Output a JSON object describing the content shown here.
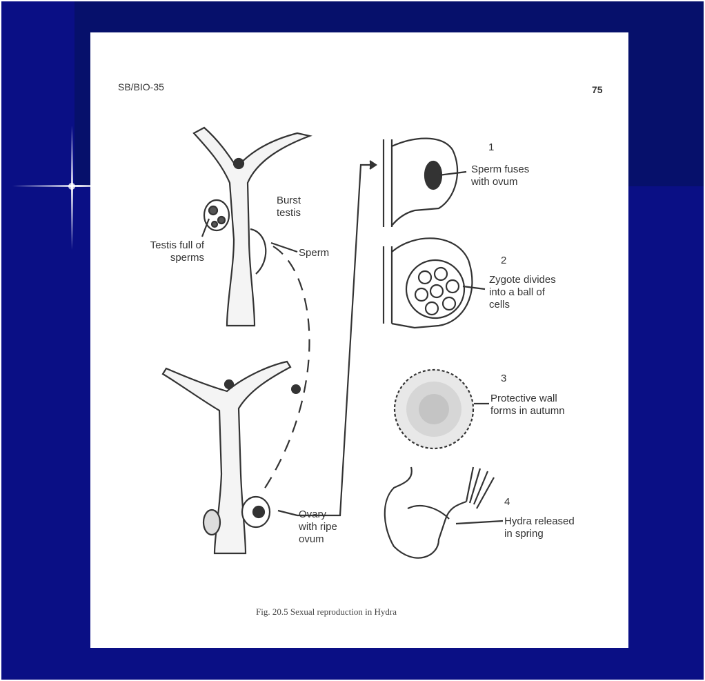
{
  "page": {
    "header_left": "SB/BIO-35",
    "header_right": "75"
  },
  "labels": {
    "testis": "Testis full of sperms",
    "burst_testis": "Burst testis",
    "sperm": "Sperm",
    "ovary": "Ovary with ripe ovum",
    "step1_num": "1",
    "step1": "Sperm fuses with ovum",
    "step2_num": "2",
    "step2": "Zygote divides into a ball of cells",
    "step3_num": "3",
    "step3": "Protective wall forms in autumn",
    "step4_num": "4",
    "step4": "Hydra released in spring"
  },
  "caption": "Fig. 20.5 Sexual reproduction in Hydra",
  "colors": {
    "background": "#0a0f85",
    "background_top": "#06106b",
    "card": "#ffffff",
    "ink": "#333333"
  }
}
